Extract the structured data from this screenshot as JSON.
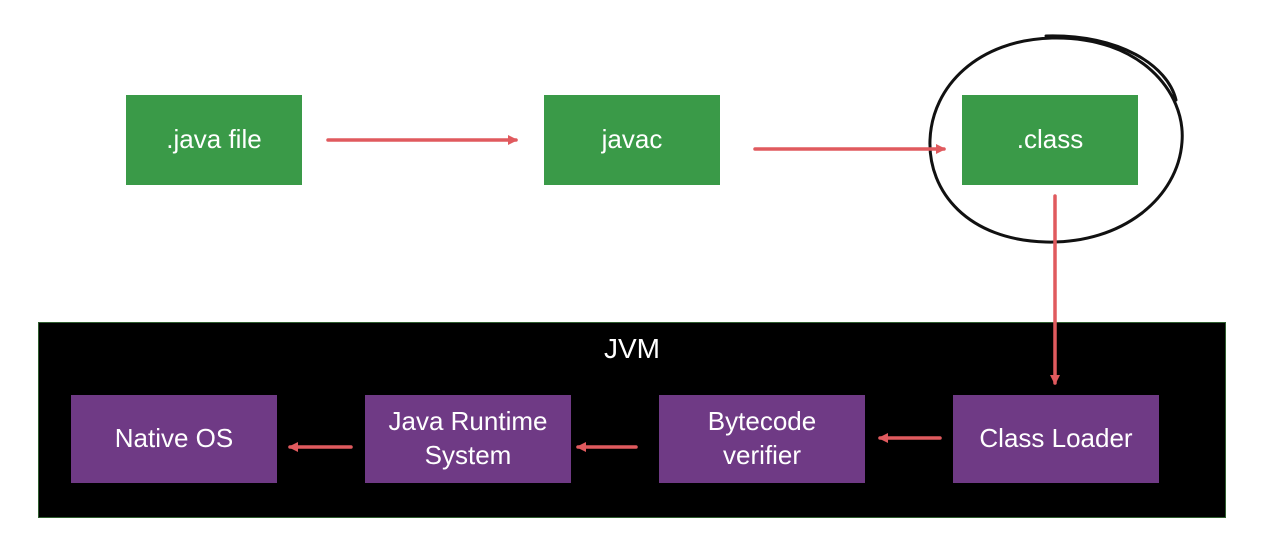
{
  "colors": {
    "green": "#3a9a48",
    "purple": "#6f3a85",
    "arrow": "#e05a5e",
    "panel": "#000000"
  },
  "compile_stage": {
    "java_file": ".java file",
    "javac": "javac",
    "class_file": ".class"
  },
  "jvm": {
    "title": "JVM",
    "class_loader": "Class Loader",
    "bytecode_verifier": "Bytecode\nverifier",
    "runtime_system": "Java Runtime\nSystem",
    "native_os": "Native OS"
  }
}
